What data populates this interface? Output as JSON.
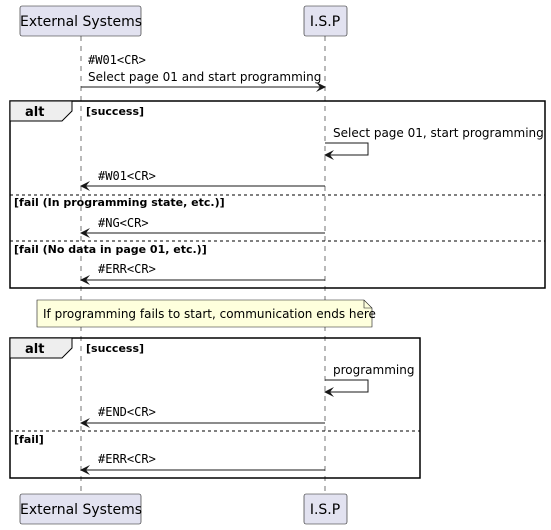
{
  "participants": {
    "external": "External Systems",
    "isp": "I.S.P"
  },
  "colors": {
    "participant_fill": "#E2E2F0",
    "participant_stroke": "#181818",
    "lifeline": "#181818",
    "note_fill": "#FEFFDD",
    "note_stroke": "#181818"
  },
  "messages": {
    "m1_line1": "#W01<CR>",
    "m1_line2": "Select page 01 and start programming",
    "self1": "Select page 01, start programming",
    "reply_success": "#W01<CR>",
    "reply_fail1": "#NG<CR>",
    "reply_fail2": "#ERR<CR>",
    "self2": "programming",
    "reply_end": "#END<CR>",
    "reply_fail3": "#ERR<CR>"
  },
  "alt1": {
    "keyword": "alt",
    "guard_success": "[success]",
    "guard_fail1": "[fail (In programming state, etc.)]",
    "guard_fail2": "[fail (No data in page 01, etc.)]"
  },
  "note": "If programming fails to start, communication ends here",
  "alt2": {
    "keyword": "alt",
    "guard_success": "[success]",
    "guard_fail": "[fail]"
  }
}
